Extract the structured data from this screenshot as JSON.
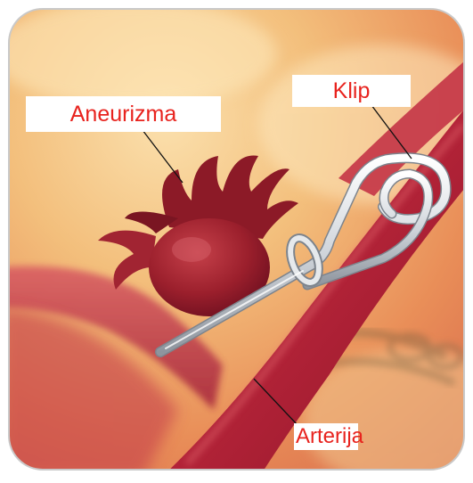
{
  "labels": {
    "aneurysm": "Aneurizma",
    "clip": "Klip",
    "artery": "Arterija"
  },
  "colors": {
    "label_text": "#e8231e",
    "label_bg": "#ffffff",
    "artery": "#b3283a",
    "background_warm": "#f1b36b",
    "clip_metal": "#d9dde2"
  }
}
